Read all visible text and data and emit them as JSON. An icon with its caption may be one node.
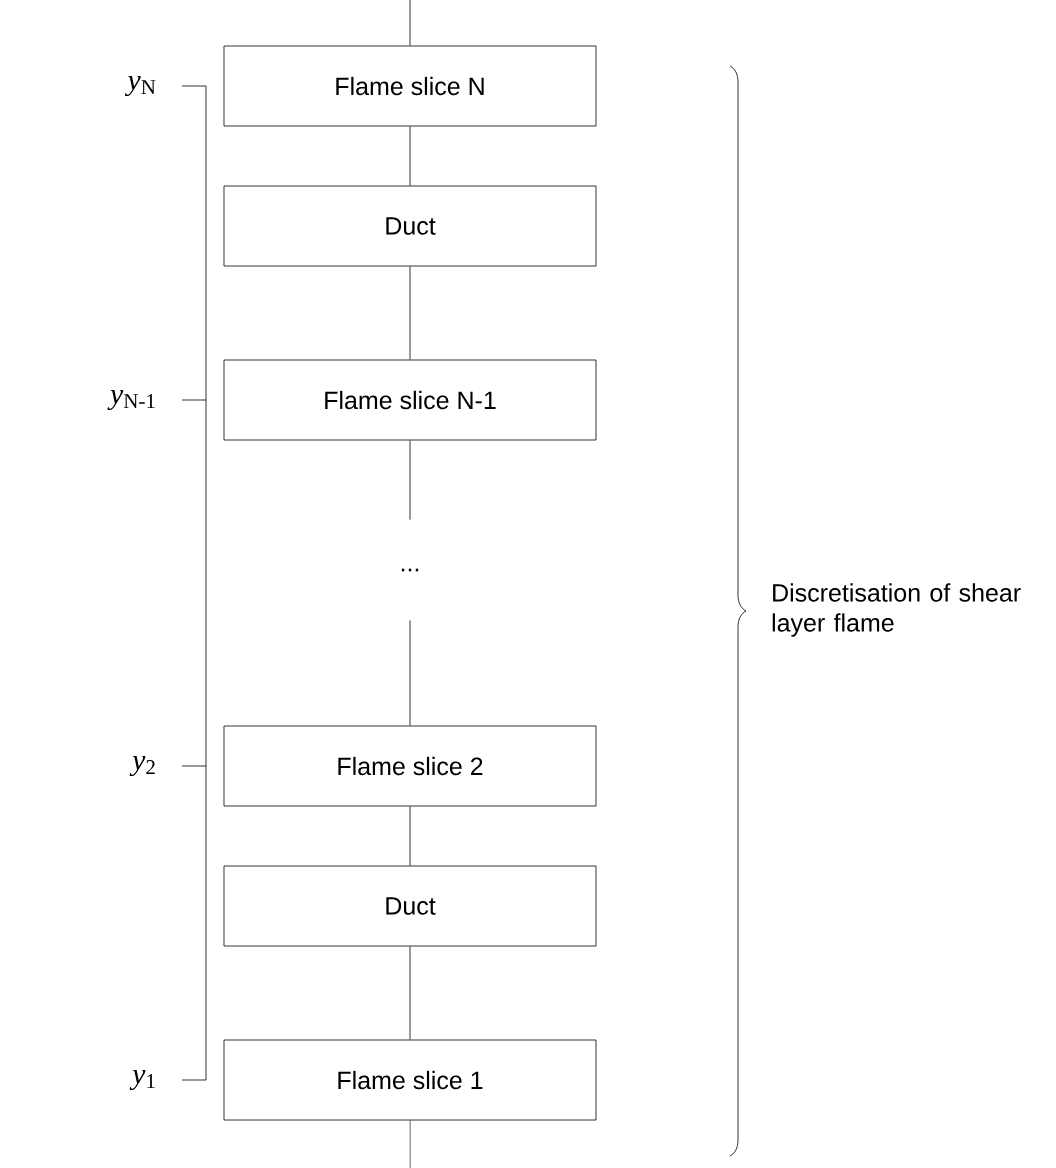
{
  "diagram": {
    "nodes": [
      {
        "text": [
          "Flame slice  N"
        ]
      },
      {
        "text": [
          "Duct"
        ]
      },
      {
        "text": [
          "Flame slice N-1"
        ]
      },
      {
        "text": [
          "..."
        ]
      },
      {
        "text": [
          "Flame slice 2"
        ]
      },
      {
        "text": [
          "Duct"
        ]
      },
      {
        "text": [
          "Flame slice 1"
        ]
      }
    ],
    "edges": [
      {
        "from": null,
        "to": 0,
        "arrow": "none"
      },
      {
        "from": 0,
        "to": 1,
        "arrow": "none"
      },
      {
        "from": 1,
        "to": 2,
        "arrow": "none"
      },
      {
        "from": 2,
        "to": 3,
        "arrow": "none"
      },
      {
        "from": 3,
        "to": 4,
        "arrow": "none"
      },
      {
        "from": 4,
        "to": 5,
        "arrow": "none"
      },
      {
        "from": 5,
        "to": 6,
        "arrow": "none"
      },
      {
        "from": 6,
        "to": null,
        "arrow": "none"
      }
    ],
    "labels": [
      "*y*$_{N}$",
      "*y*$_{N-1}$",
      "*y*$_{2}$",
      "*y*$_{1}$",
      "Discretisation of shear layer flame"
    ]
  }
}
